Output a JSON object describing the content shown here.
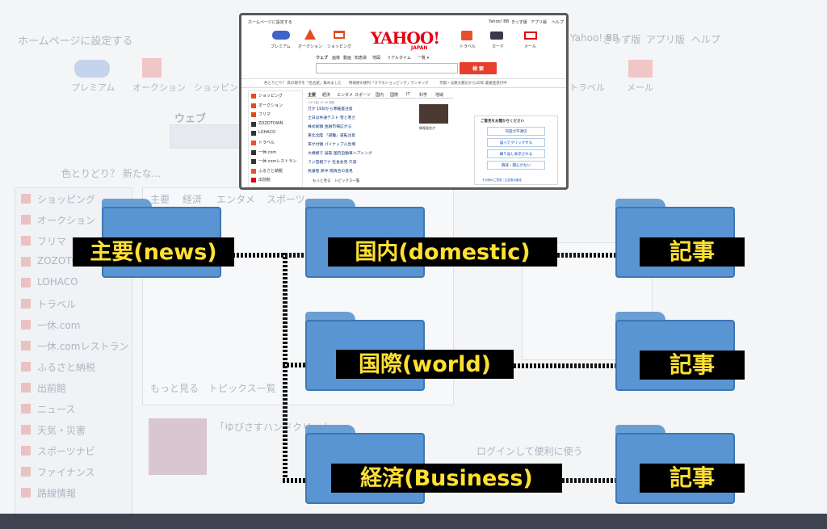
{
  "background": {
    "home_link": "ホームページに設定する",
    "top_links": [
      "Yahoo! BB",
      "きっず版",
      "アプリ版",
      "ヘルプ"
    ],
    "service_icons": [
      "プレミアム",
      "オークション",
      "ショッピング",
      "トラベル",
      "カード",
      "メール"
    ],
    "search_tabs": "ウェブ",
    "news_bar": "色とりどり？ 新たな...",
    "sidebar": [
      "ショッピング",
      "オークション",
      "フリマ",
      "ZOZOTOWN",
      "LOHACO",
      "トラベル",
      "一休.com",
      "一休.comレストラン",
      "ふるさと納税",
      "出前館",
      "ニュース",
      "天気・災害",
      "スポーツナビ",
      "ファイナンス",
      "路線情報"
    ],
    "news_tabs": [
      "主要",
      "経済",
      "エンタメ",
      "スポーツ"
    ],
    "more_topics": "もっと見る　トピックス一覧",
    "article_title": "「ゆびさすハンドクリーム」",
    "login_box": "ログインして便利に使う"
  },
  "inset": {
    "home_link": "ホームページに設定する",
    "top_links": [
      "Yahoo! BB",
      "きっず版",
      "アプリ版",
      "ヘルプ"
    ],
    "services": [
      "プレミアム",
      "オークション",
      "ショッピング",
      "トラベル",
      "カード",
      "メール"
    ],
    "logo_main": "YAHOO!",
    "logo_sub": "JAPAN",
    "search_tabs": [
      "ウェブ",
      "画像",
      "動画",
      "知恵袋",
      "地図",
      "リアルタイム",
      "一覧 ▾"
    ],
    "search_button": "検 索",
    "notice": "色とりどり？ 鳥の親子を「名古屋」集めました　　特価便の便利「スマホショッピング」ランキング　　　京都・淡路大震災から20年 義援金受付中",
    "sidebar": [
      "ショッピング",
      "オークション",
      "フリマ",
      "ZOZOTOWN",
      "LOHACO",
      "トラベル",
      "一休.com",
      "一休.comレストラン",
      "ふるさと納税",
      "出前館"
    ],
    "news_tabs": [
      "主要",
      "経済",
      "エンタメ",
      "スポーツ",
      "国内",
      "国際",
      "IT",
      "科学",
      "地域"
    ],
    "news_date": "1/17(金) 15:45 更新",
    "headlines": [
      "万が 19日から寒暖差注意",
      "土日は共通テスト 雪と寒さ",
      "株式総額 金融市場広がる",
      "東北北陸 「避難」運転注意",
      "茶が付額 パイナップル急増",
      "大規模で 誤操 国内自動車ハプニング",
      "フジ首相アナ 社長会見 欠席",
      "抗議者 熱中 雨情合の意見"
    ],
    "photo_caption": "情報発信が",
    "more": "もっと見る　トピックス一覧",
    "info_title": "ご意見をお聞かせください",
    "info_buttons": [
      "内容が不適切",
      "誤ってクリックする",
      "繰り返し表示される",
      "興味・関心がない"
    ],
    "info_footer": "その他のご意見｜広告表示設定"
  },
  "labels": {
    "news": "主要(news)",
    "domestic": "国内(domestic)",
    "world": "国際(world)",
    "business": "経済(Business)",
    "article1": "記事",
    "article2": "記事",
    "article3": "記事"
  },
  "colors": {
    "folder": "#5a95d3",
    "label_bg": "#000000",
    "label_text": "#ffe033",
    "yahoo_red": "#e60012"
  }
}
